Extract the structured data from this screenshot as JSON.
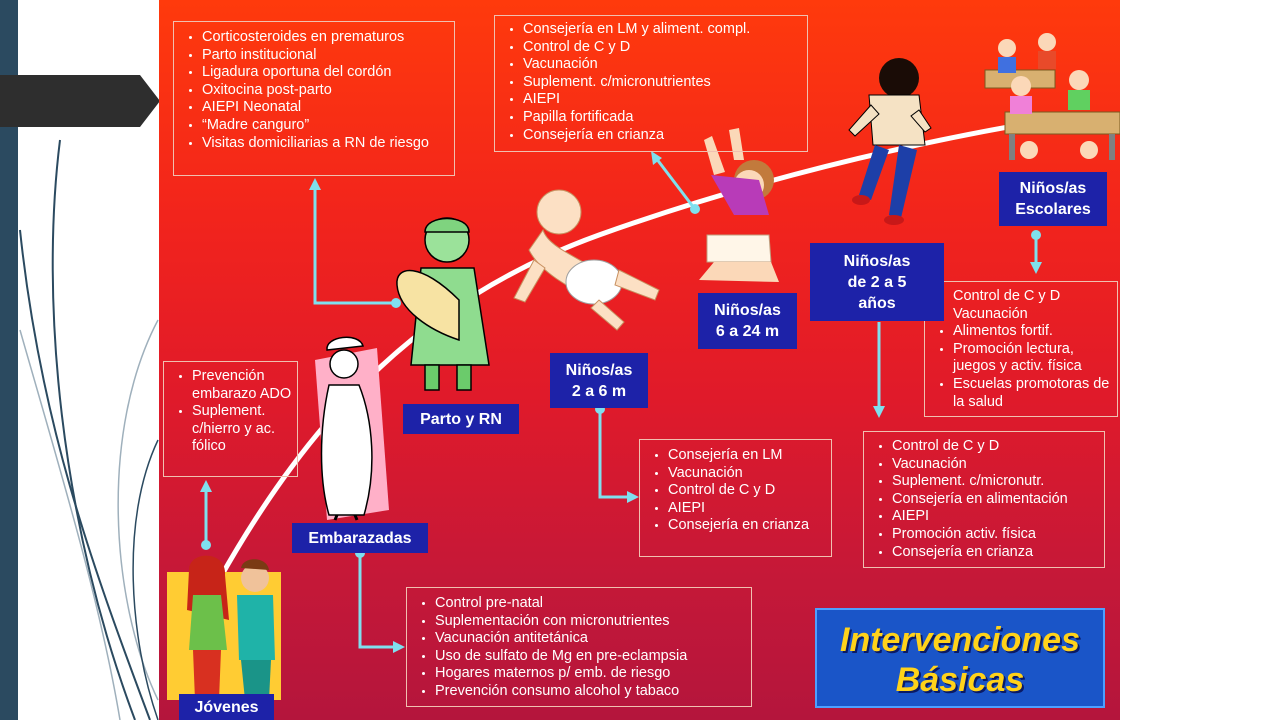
{
  "title": {
    "line1": "Intervenciones",
    "line2": "Básicas"
  },
  "stages": {
    "jovenes": {
      "label": [
        "Jóvenes"
      ]
    },
    "embarazadas": {
      "label": [
        "Embarazadas"
      ]
    },
    "parto": {
      "label": [
        "Parto y RN"
      ]
    },
    "ninos_2_6": {
      "label": [
        "Niños/as",
        "2 a 6 m"
      ]
    },
    "ninos_6_24": {
      "label": [
        "Niños/as",
        "6 a 24 m"
      ]
    },
    "ninos_2_5": {
      "label": [
        "Niños/as",
        "de 2 a 5",
        "años"
      ]
    },
    "escolares": {
      "label": [
        "Niños/as",
        "Escolares"
      ]
    }
  },
  "boxes": {
    "jovenes": [
      "Prevención embarazo ADO",
      "Suplement. c/hierro  y ac. fólico"
    ],
    "embarazadas": [
      "Control pre-natal",
      "Suplementación con micronutrientes",
      "Vacunación antitetánica",
      "Uso de sulfato de Mg en pre-eclampsia",
      "Hogares maternos p/ emb. de riesgo",
      "Prevención consumo alcohol y tabaco"
    ],
    "parto": [
      "Corticosteroides en prematuros",
      "Parto institucional",
      "Ligadura oportuna del cordón",
      "Oxitocina post-parto",
      "AIEPI Neonatal",
      "“Madre canguro”",
      "Visitas domiciliarias a RN de riesgo"
    ],
    "ninos_2_6": [
      "Consejería en LM",
      "Vacunación",
      "Control de C y D",
      "AIEPI",
      "Consejería en crianza"
    ],
    "ninos_6_24": [
      "Consejería en LM y aliment. compl.",
      "Control de C y D",
      "Vacunación",
      "Suplement. c/micronutrientes",
      "AIEPI",
      "Papilla fortificada",
      "Consejería en crianza"
    ],
    "ninos_2_5": [
      "Control de C y D",
      "Vacunación",
      "Suplement. c/micronutr.",
      "Consejería en alimentación",
      "AIEPI",
      "Promoción activ. física",
      "Consejería en crianza"
    ],
    "escolares": [
      "Control de C y D",
      "Vacunación",
      "Alimentos fortif.",
      "Promoción lectura, juegos y activ. física",
      "Escuelas promotoras de la salud"
    ]
  }
}
